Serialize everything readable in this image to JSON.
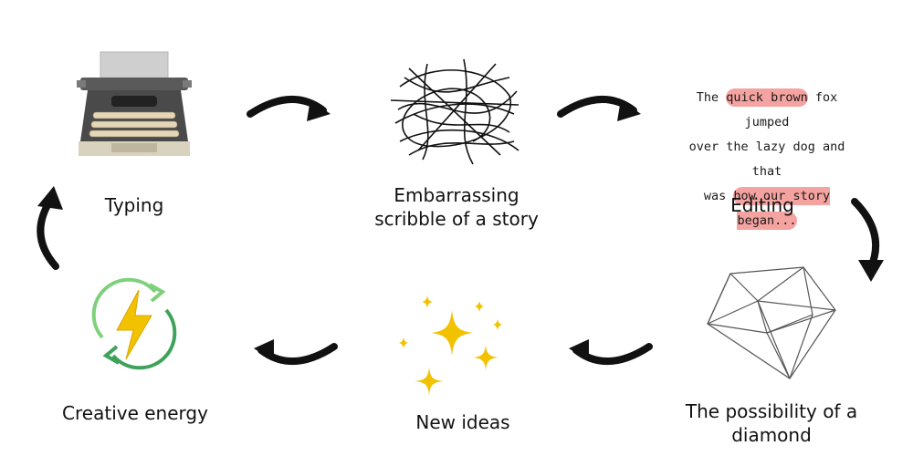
{
  "steps": [
    {
      "label": "Typing"
    },
    {
      "label_line1": "Embarrassing",
      "label_line2": "scribble of a story"
    },
    {
      "label": "Editing"
    },
    {
      "label_line1": "The possibility of a",
      "label_line2": "diamond"
    },
    {
      "label": "New ideas"
    },
    {
      "label": "Creative energy"
    }
  ],
  "editing_text": {
    "p1": "The ",
    "h1": "quick brown",
    "p2": " fox jumped",
    "line2": "over the lazy dog and that",
    "p3": "was ",
    "h2": "how our story began...",
    "highlight_color": "#f4a3a0"
  },
  "icons": [
    "typewriter-icon",
    "scribble-icon",
    "diamond-icon",
    "sparkles-icon",
    "energy-cycle-icon",
    "arrow-icon"
  ],
  "colors": {
    "arrow": "#111111",
    "bolt": "#f2c200",
    "cycle": "#5cbf6a",
    "sparkle": "#f2c200"
  }
}
